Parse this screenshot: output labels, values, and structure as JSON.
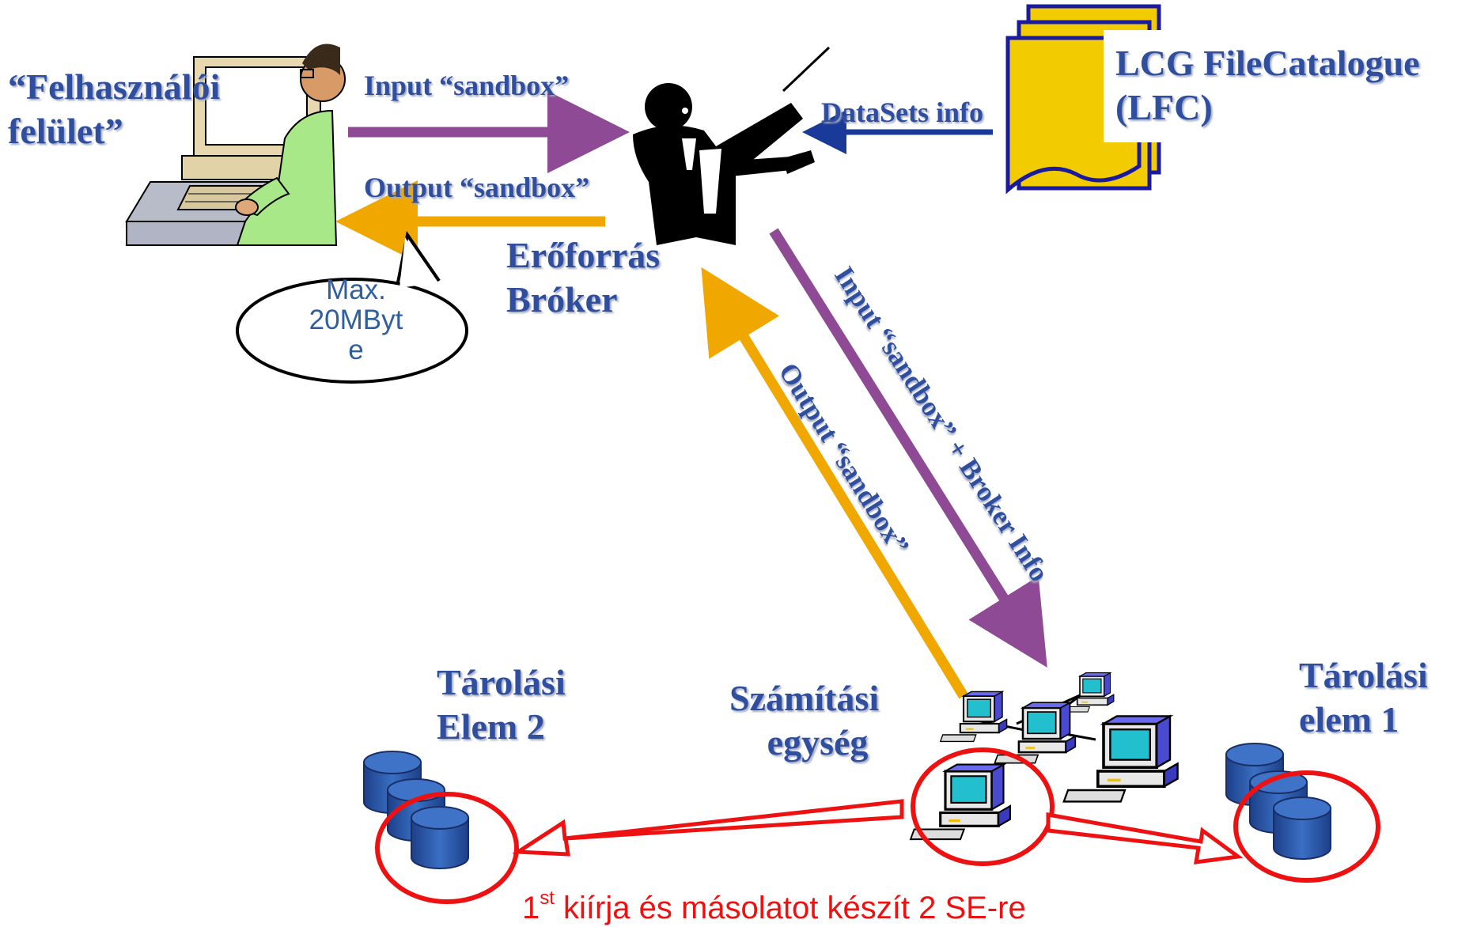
{
  "nodes": {
    "user_interface": {
      "line1": "“Felhasználói",
      "line2": "felület”"
    },
    "resource_broker": {
      "line1": "Erőforrás",
      "line2": "Bróker"
    },
    "file_catalogue": {
      "line1": "LCG FileCatalogue",
      "line2": "(LFC)"
    },
    "storage_element_2": {
      "line1": "Tárolási",
      "line2": "Elem 2"
    },
    "computing_element": {
      "line1": "Számítási",
      "line2": "egység"
    },
    "storage_element_1": {
      "line1": "Tárolási",
      "line2": "elem 1"
    }
  },
  "arrows": {
    "input_sandbox": "Input “sandbox”",
    "output_sandbox": "Output “sandbox”",
    "datasets_info": "DataSets info",
    "input_sandbox_broker_info": "Input “sandbox” + Broker Info",
    "output_sandbox_return": "Output “sandbox”"
  },
  "bubble": {
    "text": "Max.\n20MByt\ne"
  },
  "caption": {
    "superscript_prefix": "1",
    "superscript": "st",
    "rest": " kiírja és másolatot készít 2 SE-re"
  },
  "colors": {
    "label_blue": "#2f4f9e",
    "input_arrow_purple": "#8e4a94",
    "output_arrow_orange": "#f0a800",
    "datasets_arrow_navy": "#1a3a9a",
    "replication_red": "#ee1111",
    "catalogue_yellow": "#f2cc00",
    "disk_blue": "#2d5fb0"
  },
  "icons": {
    "user": "user-at-computer-icon",
    "broker": "conductor-icon",
    "catalogue": "document-stack-icon",
    "storage": "database-disk-icon",
    "computing": "computer-cluster-icon"
  }
}
